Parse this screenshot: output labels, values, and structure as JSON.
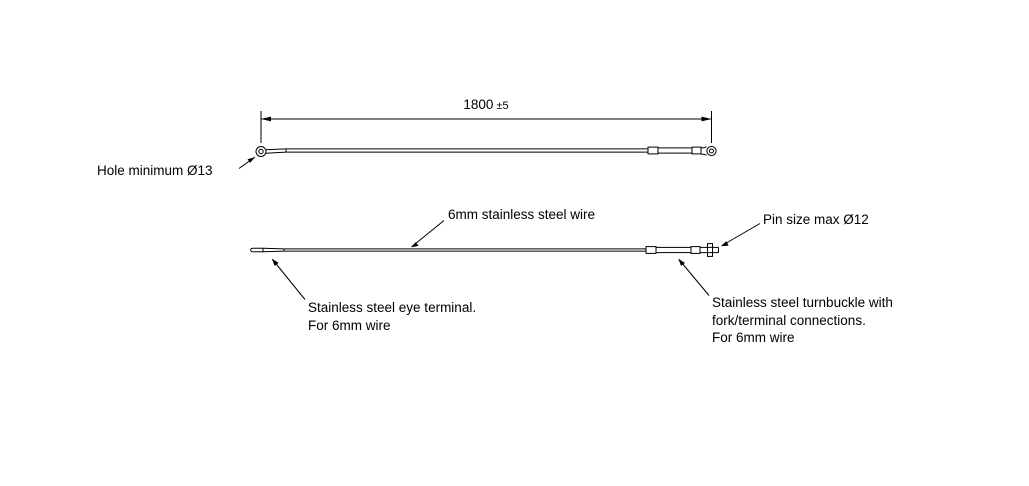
{
  "drawing": {
    "dimension": {
      "value": "1800",
      "tolerance": "±5"
    },
    "callouts": {
      "hole_min": "Hole minimum Ø13",
      "wire": "6mm stainless steel wire",
      "pin_max": "Pin size max Ø12",
      "eye_terminal": {
        "line1": "Stainless steel eye terminal.",
        "line2": "For 6mm wire"
      },
      "turnbuckle": {
        "line1": "Stainless steel turnbuckle with",
        "line2": "fork/terminal connections.",
        "line3": "For 6mm wire"
      }
    },
    "colors": {
      "line": "#000000",
      "background": "#ffffff",
      "text": "#000000"
    }
  }
}
